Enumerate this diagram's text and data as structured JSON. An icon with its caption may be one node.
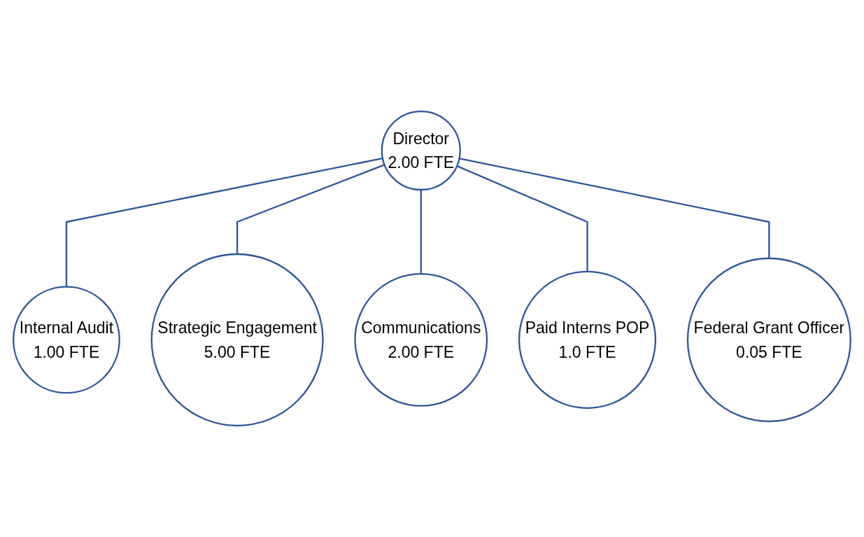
{
  "diagram": {
    "nodes": [
      {
        "text": [
          "Director",
          "2.00 FTE"
        ]
      },
      {
        "text": [
          "Internal Audit",
          "1.00 FTE"
        ]
      },
      {
        "text": [
          "Strategic Engagement",
          "5.00 FTE"
        ]
      },
      {
        "text": [
          "Communications",
          "2.00 FTE"
        ]
      },
      {
        "text": [
          "Paid Interns POP",
          "1.0 FTE"
        ]
      },
      {
        "text": [
          "Federal Grant Officer",
          "0.05 FTE"
        ]
      }
    ],
    "edges": [
      {
        "from": 0,
        "to": 1,
        "arrow": "none"
      },
      {
        "from": 0,
        "to": 2,
        "arrow": "none"
      },
      {
        "from": 0,
        "to": 3,
        "arrow": "none"
      },
      {
        "from": 0,
        "to": 4,
        "arrow": "none"
      },
      {
        "from": 0,
        "to": 5,
        "arrow": "none"
      }
    ]
  }
}
